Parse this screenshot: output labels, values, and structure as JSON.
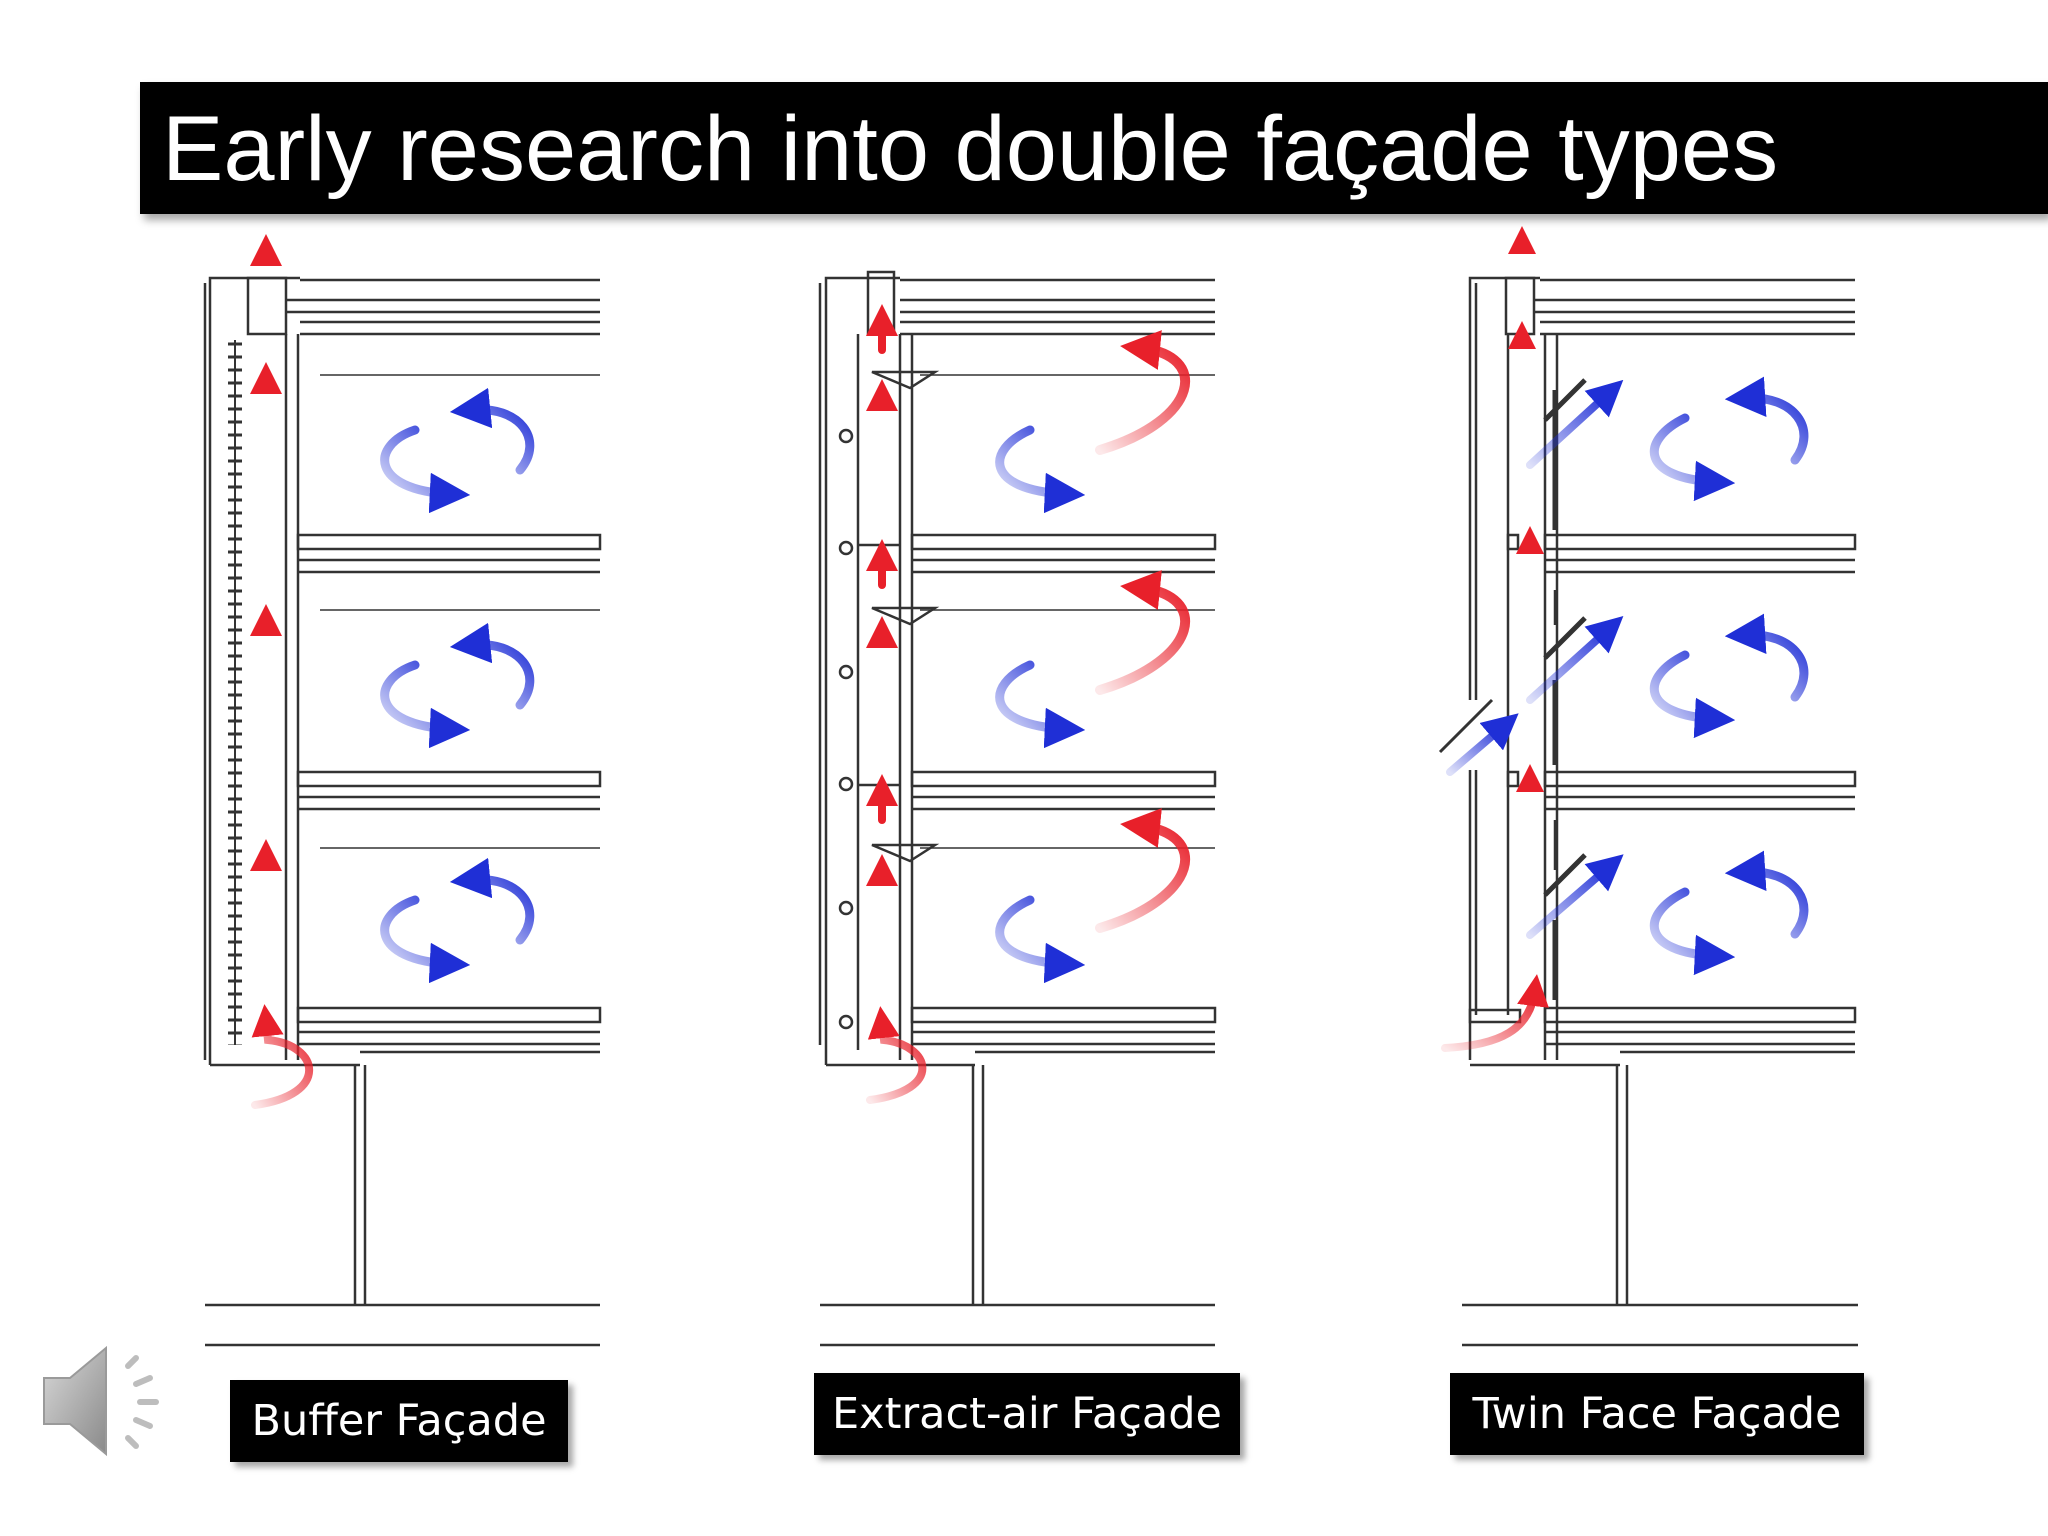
{
  "slide": {
    "title": "Early research into double façade types"
  },
  "panels": [
    {
      "id": "buffer",
      "label": "Buffer Façade"
    },
    {
      "id": "extract",
      "label": "Extract-air Façade"
    },
    {
      "id": "twin",
      "label": "Twin Face Façade"
    }
  ],
  "colors": {
    "warm_air": "#e8202a",
    "cool_air": "#1f2fd6",
    "line": "#333333",
    "title_bg": "#000000",
    "label_bg": "#000000"
  },
  "icons": {
    "audio": "speaker-icon"
  }
}
